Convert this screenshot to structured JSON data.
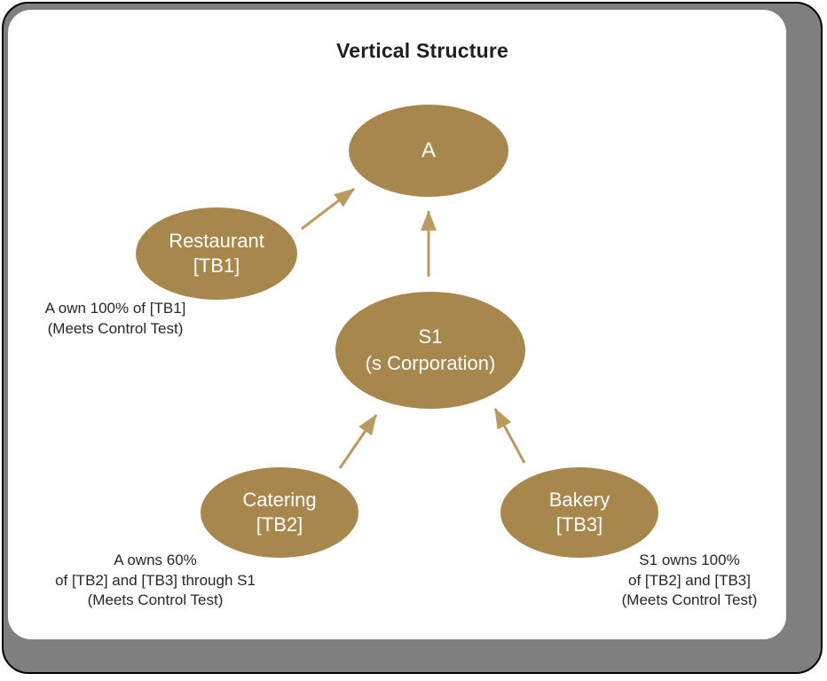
{
  "title": "Vertical Structure",
  "colors": {
    "node_fill": "#A8874D",
    "node_text": "#FFFFFF",
    "arrow": "#BB9A5F",
    "frame_gray": "#7F7F7F",
    "frame_outline": "#000000",
    "canvas": "#FFFFFF",
    "annotation_text": "#262626",
    "title_text": "#1F1F1F"
  },
  "nodes": {
    "a": {
      "label": "A"
    },
    "restaurant": {
      "line1": "Restaurant",
      "line2": "[TB1]"
    },
    "s1": {
      "line1": "S1",
      "line2": "(s Corporation)"
    },
    "catering": {
      "line1": "Catering",
      "line2": "[TB2]"
    },
    "bakery": {
      "line1": "Bakery",
      "line2": "[TB3]"
    }
  },
  "arrows": [
    {
      "name": "restaurant-to-a",
      "from": "Restaurant [TB1]",
      "to": "A"
    },
    {
      "name": "s1-to-a",
      "from": "S1 (s Corporation)",
      "to": "A"
    },
    {
      "name": "catering-to-s1",
      "from": "Catering [TB2]",
      "to": "S1 (s Corporation)"
    },
    {
      "name": "bakery-to-s1",
      "from": "Bakery [TB3]",
      "to": "S1 (s Corporation)"
    }
  ],
  "notes": {
    "tb1": {
      "line1": "A own 100% of [TB1]",
      "line2": "(Meets Control Test)"
    },
    "tb2": {
      "line1": "A owns 60%",
      "line2": "of [TB2] and [TB3] through S1",
      "line3": "(Meets Control Test)"
    },
    "tb3": {
      "line1": "S1 owns 100%",
      "line2": "of [TB2] and [TB3]",
      "line3": "(Meets Control Test)"
    }
  }
}
